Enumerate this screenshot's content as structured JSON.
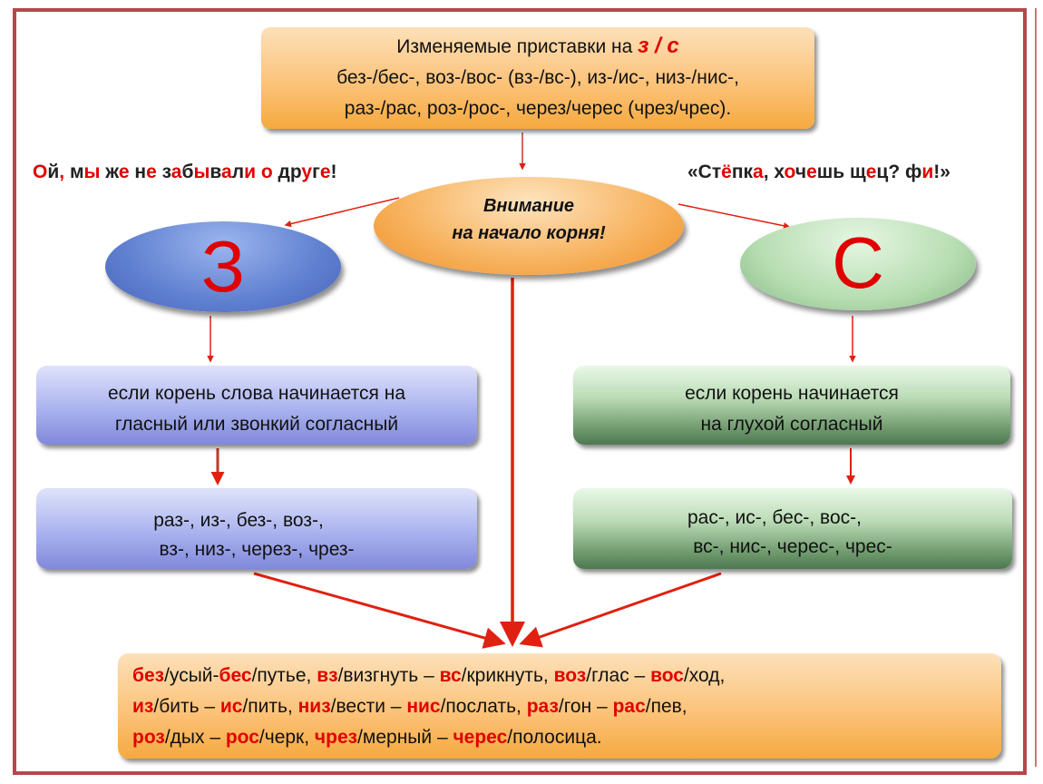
{
  "top_box": {
    "line1_text": "Изменяемые приставки на ",
    "line1_highlight": "з / с",
    "line2": "без-/бес-, воз-/вос- (вз-/вс-), из-/ис-, низ-/нис-,",
    "line3": "раз-/рас, роз-/рос-, через/черес (чрез/чрес)."
  },
  "mnemonic_left": [
    {
      "t": "О",
      "red": true
    },
    {
      "t": "й",
      "red": false
    },
    {
      "t": ",",
      "red": true
    },
    {
      "t": " м",
      "red": false
    },
    {
      "t": "ы",
      "red": true
    },
    {
      "t": " ж",
      "red": false
    },
    {
      "t": "е",
      "red": true
    },
    {
      "t": " н",
      "red": false
    },
    {
      "t": "е",
      "red": true
    },
    {
      "t": " з",
      "red": false
    },
    {
      "t": "а",
      "red": true
    },
    {
      "t": "б",
      "red": false
    },
    {
      "t": "ы",
      "red": true
    },
    {
      "t": "в",
      "red": false
    },
    {
      "t": "а",
      "red": true
    },
    {
      "t": "л",
      "red": false
    },
    {
      "t": "и",
      "red": true
    },
    {
      "t": " ",
      "red": false
    },
    {
      "t": "о",
      "red": true
    },
    {
      "t": " др",
      "red": false
    },
    {
      "t": "у",
      "red": true
    },
    {
      "t": "г",
      "red": false
    },
    {
      "t": "е",
      "red": true
    },
    {
      "t": "!",
      "red": false
    }
  ],
  "mnemonic_right": [
    {
      "t": "«Ст",
      "red": false
    },
    {
      "t": "ё",
      "red": true
    },
    {
      "t": "пк",
      "red": false
    },
    {
      "t": "а",
      "red": true
    },
    {
      "t": ", х",
      "red": false
    },
    {
      "t": "о",
      "red": true
    },
    {
      "t": "ч",
      "red": false
    },
    {
      "t": "е",
      "red": true
    },
    {
      "t": "шь щ",
      "red": false
    },
    {
      "t": "е",
      "red": true
    },
    {
      "t": "ц? ф",
      "red": false
    },
    {
      "t": "и",
      "red": true
    },
    {
      "t": "!»",
      "red": false
    }
  ],
  "center": {
    "line1": "Внимание",
    "line2": "на начало корня!"
  },
  "left_letter": "З",
  "right_letter": "С",
  "cond_z": {
    "line1": "если корень слова начинается на",
    "line2": "гласный или звонкий согласный"
  },
  "cond_s": {
    "line1": "если корень начинается",
    "line2": "на глухой согласный"
  },
  "prefixes_z": {
    "line1": "раз-, из-, без-, воз-,",
    "line2": "вз-, низ-, через-, чрез-"
  },
  "prefixes_s": {
    "line1": "рас-, ис-, бес-, вос-,",
    "line2": "вс-, нис-, черес-, чрес-"
  },
  "examples": [
    [
      {
        "t": "без",
        "red": true
      },
      {
        "t": "/усый-",
        "red": false
      },
      {
        "t": "бес",
        "red": true
      },
      {
        "t": "/путье, ",
        "red": false
      },
      {
        "t": "вз",
        "red": true
      },
      {
        "t": "/визгнуть – ",
        "red": false
      },
      {
        "t": "вс",
        "red": true
      },
      {
        "t": "/крикнуть, ",
        "red": false
      },
      {
        "t": "воз",
        "red": true
      },
      {
        "t": "/глас – ",
        "red": false
      },
      {
        "t": "вос",
        "red": true
      },
      {
        "t": "/ход,",
        "red": false
      }
    ],
    [
      {
        "t": "из",
        "red": true
      },
      {
        "t": "/бить – ",
        "red": false
      },
      {
        "t": "ис",
        "red": true
      },
      {
        "t": "/пить, ",
        "red": false
      },
      {
        "t": "низ",
        "red": true
      },
      {
        "t": "/вести – ",
        "red": false
      },
      {
        "t": "нис",
        "red": true
      },
      {
        "t": "/послать, ",
        "red": false
      },
      {
        "t": "раз",
        "red": true
      },
      {
        "t": "/гон – ",
        "red": false
      },
      {
        "t": "рас",
        "red": true
      },
      {
        "t": "/пев,",
        "red": false
      }
    ],
    [
      {
        "t": "роз",
        "red": true
      },
      {
        "t": "/дых – ",
        "red": false
      },
      {
        "t": "рос",
        "red": true
      },
      {
        "t": "/черк,  ",
        "red": false
      },
      {
        "t": "чрез",
        "red": true
      },
      {
        "t": "/мерный – ",
        "red": false
      },
      {
        "t": "черес",
        "red": true
      },
      {
        "t": "/полосица.",
        "red": false
      }
    ]
  ],
  "colors": {
    "frame": "#b5484b",
    "accent_red": "#e00000",
    "arrow": "#e02010"
  }
}
